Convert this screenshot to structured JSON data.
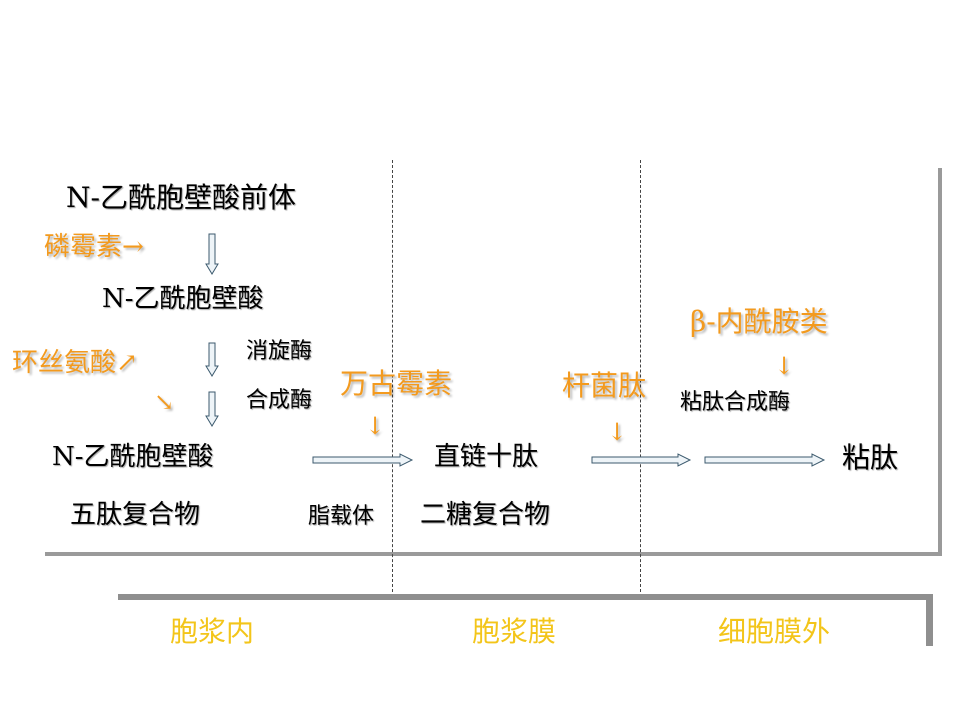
{
  "nodes": {
    "precursor": "N-乙酰胞壁酸前体",
    "acid": "N-乙酰胞壁酸",
    "pentapeptide_line1": "N-乙酰胞壁酸",
    "pentapeptide_line2": "五肽复合物",
    "disaccharide_top": "直链十肽",
    "disaccharide_bottom": "二糖复合物",
    "peptidoglycan": "粘肽"
  },
  "enzymes": {
    "racemase": "消旋酶",
    "synthetase": "合成酶",
    "carrier": "脂载体",
    "transpeptidase": "粘肽合成酶"
  },
  "antibiotics": {
    "fosfomycin": "磷霉素→",
    "cycloserine": "环丝氨酸↗",
    "cycloserine_arrow": "↘",
    "vancomycin": "万古霉素",
    "vancomycin_arrow": "↓",
    "bacitracin": "杆菌肽",
    "bacitracin_arrow": "↓",
    "beta_lactam": "β-内酰胺类",
    "beta_lactam_arrow": "↓"
  },
  "regions": {
    "cytoplasm": "胞浆内",
    "membrane": "胞浆膜",
    "outside": "细胞膜外"
  },
  "colors": {
    "antibiotic_label": "#f39a1e",
    "region_label": "#f3c51a",
    "frame": "#9a9a9a",
    "arrow_fill": "#eef4f8",
    "arrow_stroke": "#3c5a6e"
  }
}
